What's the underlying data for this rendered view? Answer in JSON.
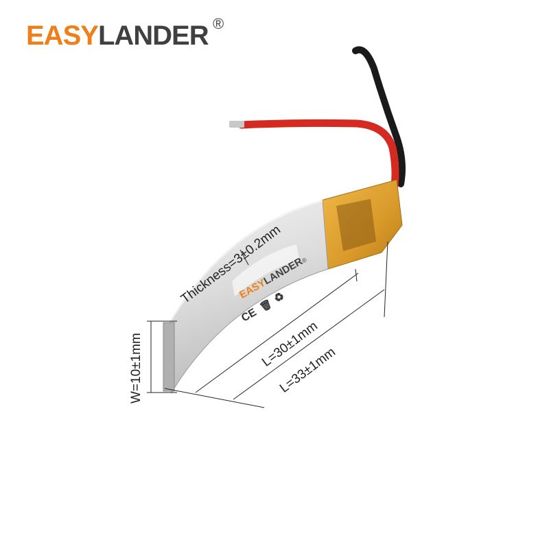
{
  "logo": {
    "part1": "EASY",
    "part2": "LANDER",
    "registered": "®"
  },
  "battery_label": {
    "brand_part1": "EASY",
    "brand_part2": "LANDER",
    "registered": "®",
    "ce_mark": "CE"
  },
  "dimensions": {
    "thickness": "Thickness=3±0.2mm",
    "width": "W=10±1mm",
    "length_body": "L=30±1mm",
    "length_total": "L=33±1mm"
  },
  "colors": {
    "brand_orange": "#ef7f1a",
    "brand_dark": "#404040",
    "wire_red": "#d42a22",
    "wire_black": "#1a1a1a",
    "kapton_tape": "#e0a030",
    "battery_body": "#dcdcdc"
  },
  "icons": [
    "weee-bin-icon",
    "recycle-icon",
    "ce-mark-icon"
  ]
}
